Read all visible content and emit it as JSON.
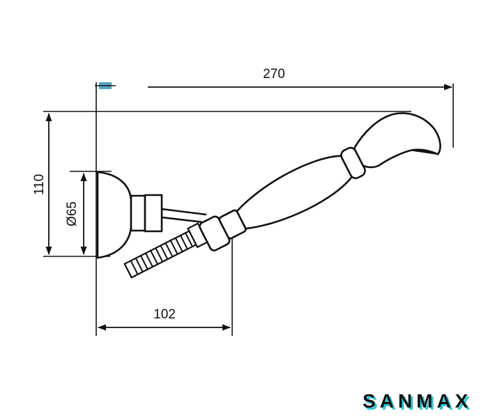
{
  "diagram": {
    "dimensions": {
      "overall_length": "270",
      "height": "110",
      "bracket_diameter": "Ø65",
      "projection": "102"
    }
  },
  "brand": {
    "logo": "SANMAX",
    "accent_color": "#2ec4d6"
  }
}
